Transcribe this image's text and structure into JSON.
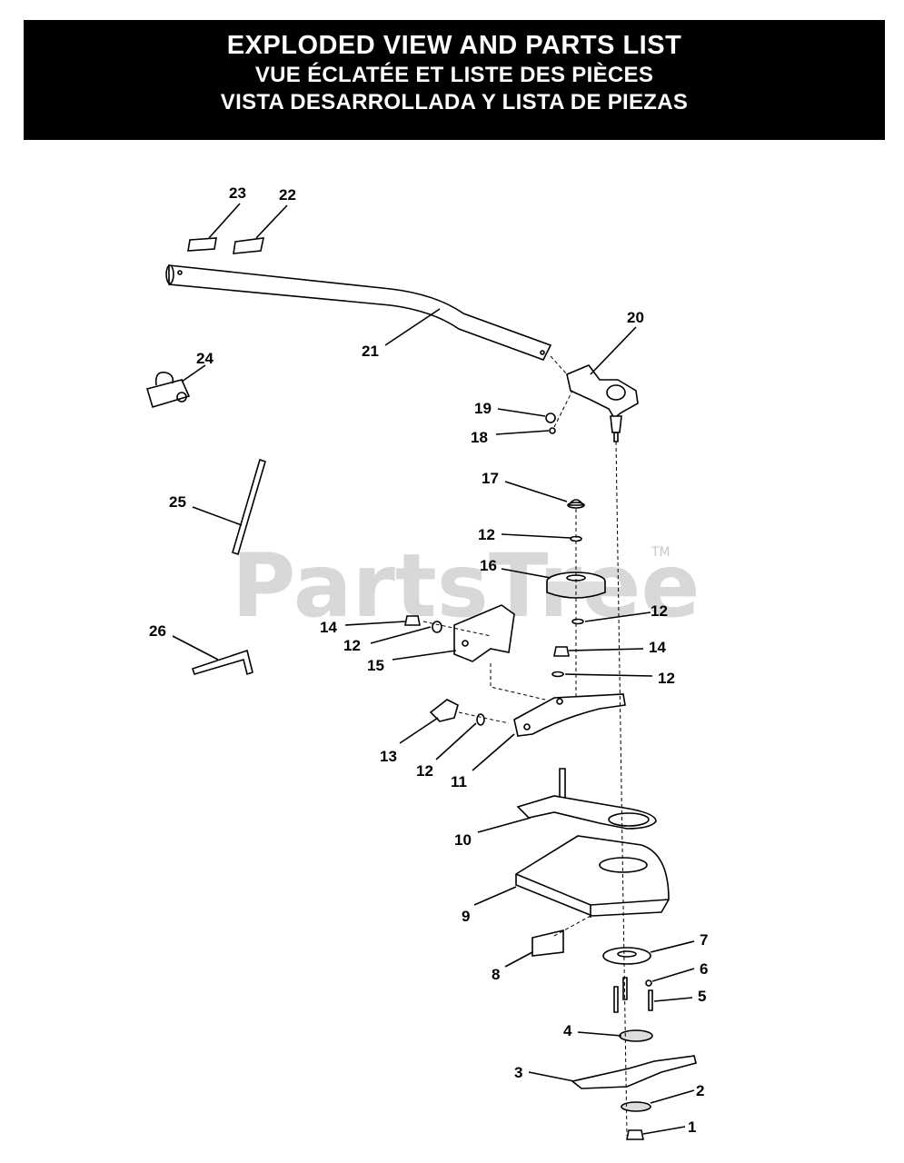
{
  "header": {
    "title_en": "EXPLODED VIEW AND PARTS LIST",
    "title_fr": "VUE ÉCLATÉE ET LISTE DES PIÈCES",
    "title_es": "VISTA DESARROLLADA Y LISTA DE PIEZAS"
  },
  "watermark": {
    "text": "PartsTree",
    "tm": "TM"
  },
  "callouts": {
    "c1": "1",
    "c2": "2",
    "c3": "3",
    "c4": "4",
    "c5": "5",
    "c6": "6",
    "c7": "7",
    "c8": "8",
    "c9": "9",
    "c10": "10",
    "c11": "11",
    "c12a": "12",
    "c12b": "12",
    "c12c": "12",
    "c12d": "12",
    "c12e": "12",
    "c13": "13",
    "c14a": "14",
    "c14b": "14",
    "c15": "15",
    "c16": "16",
    "c17": "17",
    "c18": "18",
    "c19": "19",
    "c20": "20",
    "c21": "21",
    "c22": "22",
    "c23": "23",
    "c24": "24",
    "c25": "25",
    "c26": "26"
  }
}
